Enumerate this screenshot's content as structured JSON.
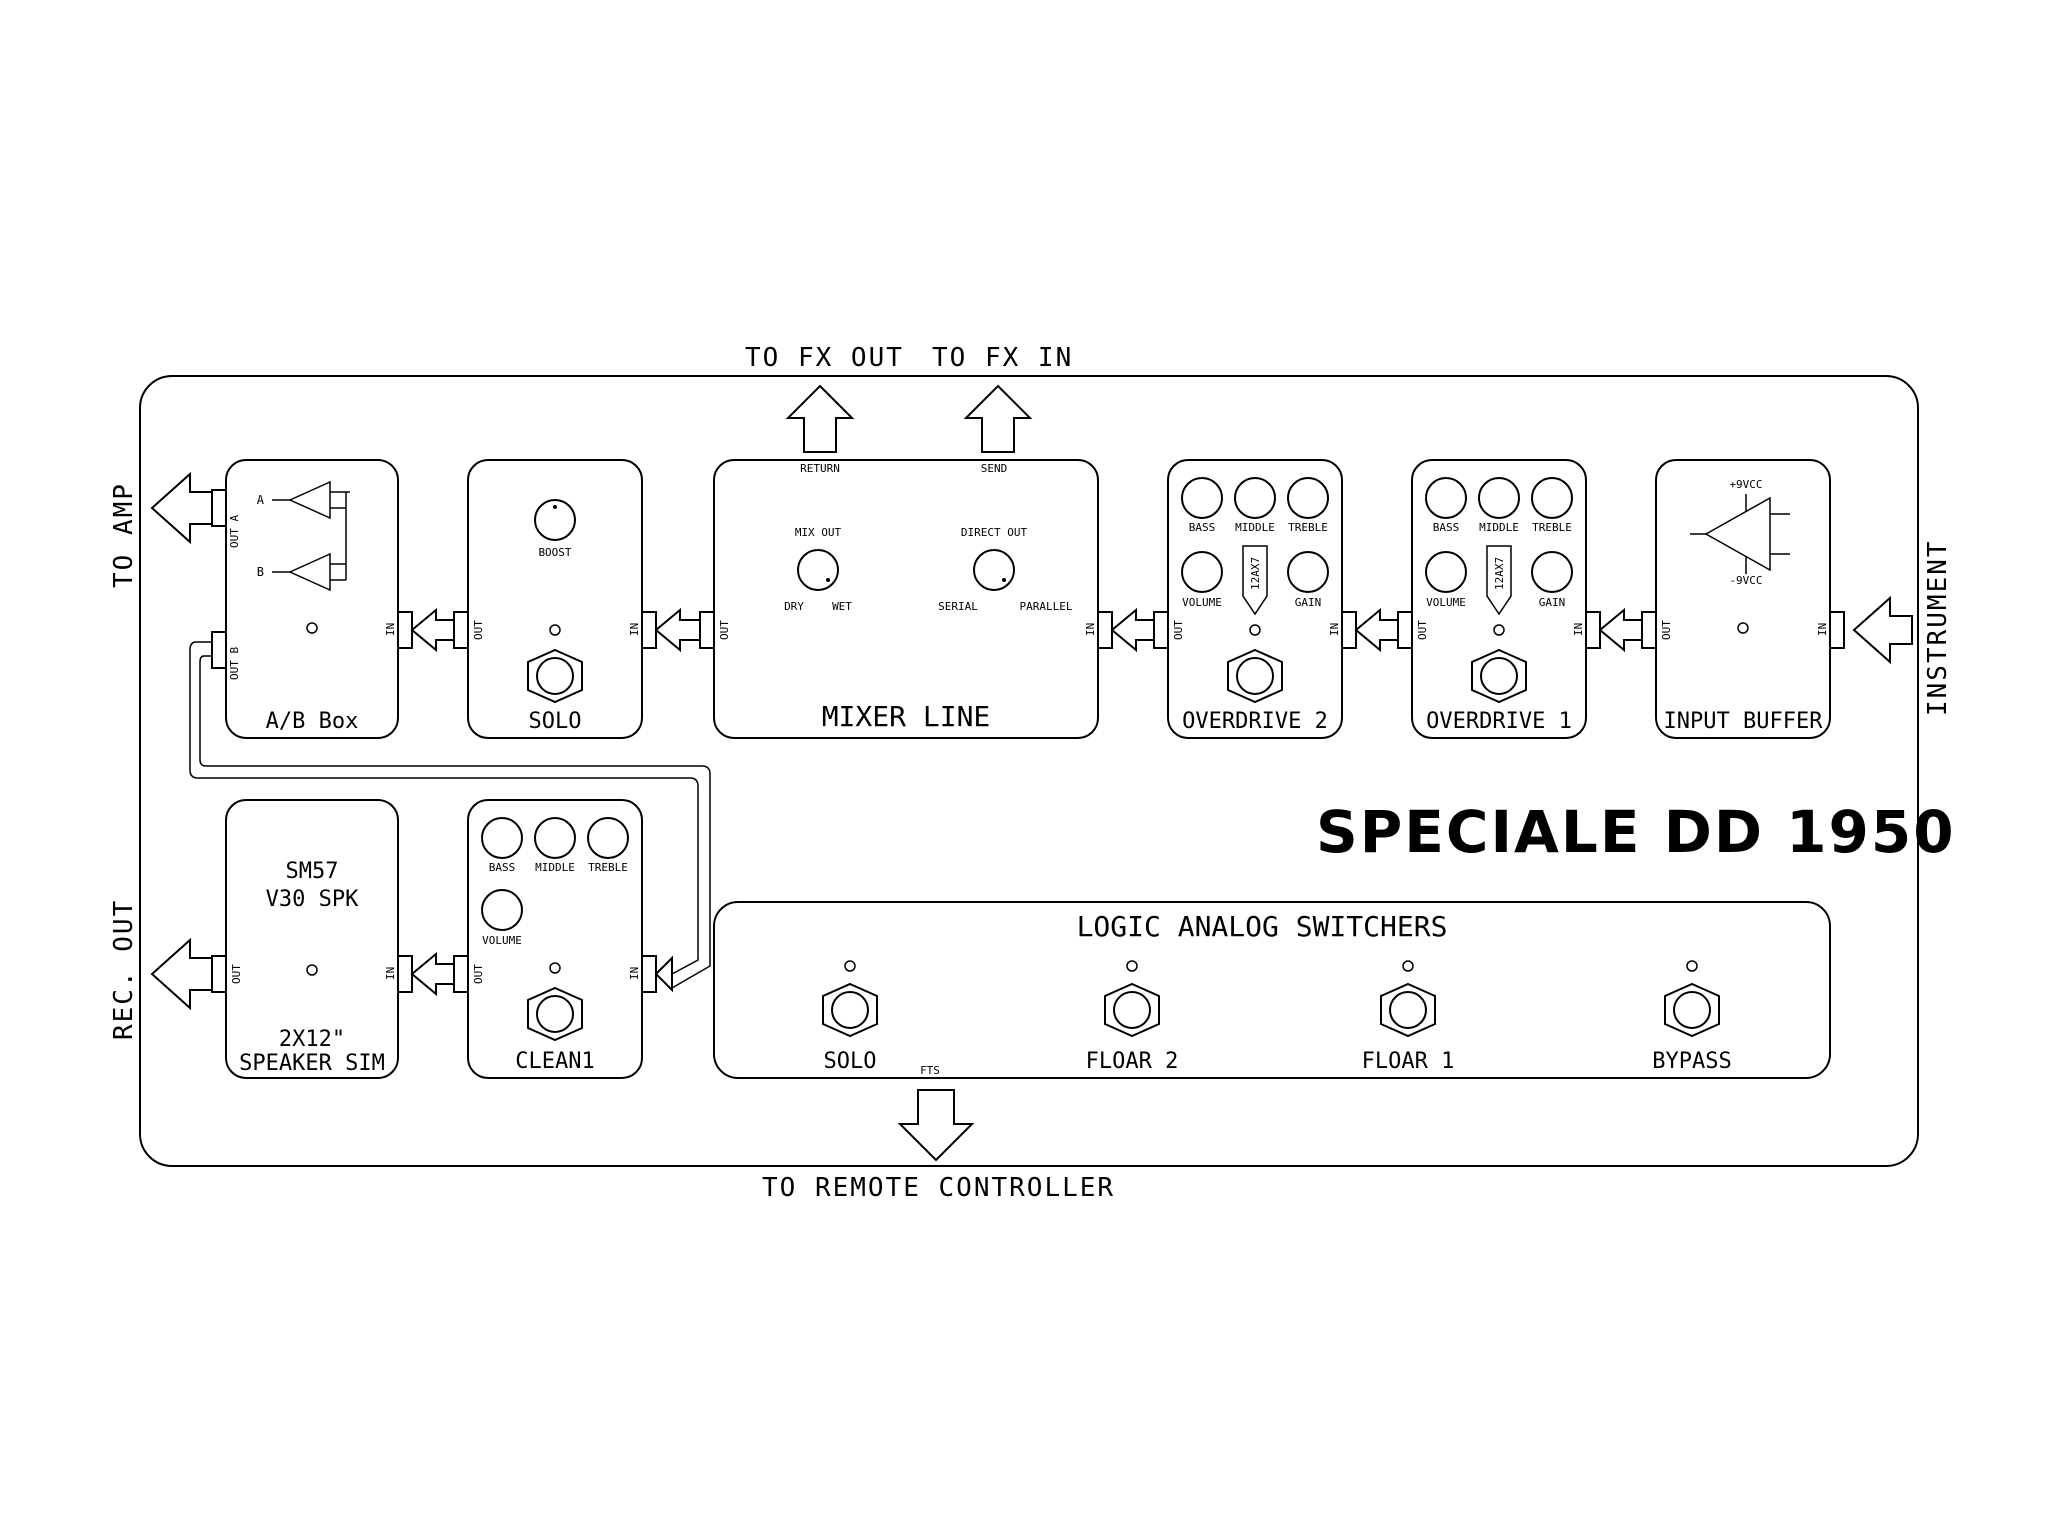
{
  "title": "SPECIALE DD 1950",
  "external": {
    "to_amp": "TO AMP",
    "rec_out": "REC. OUT",
    "instrument": "INSTRUMENT",
    "to_fx_out": "TO FX OUT",
    "to_fx_in": "TO FX IN",
    "to_remote": "TO REMOTE CONTROLLER"
  },
  "ports": {
    "in": "IN",
    "out": "OUT",
    "out_a": "OUT A",
    "out_b": "OUT B",
    "return": "RETURN",
    "send": "SEND",
    "fts": "FTS"
  },
  "ab_box": {
    "name": "A/B Box",
    "a": "A",
    "b": "B"
  },
  "solo": {
    "name": "SOLO",
    "knob": "BOOST"
  },
  "mixer": {
    "name": "MIXER LINE",
    "mix_out": "MIX OUT",
    "dry": "DRY",
    "wet": "WET",
    "direct_out": "DIRECT OUT",
    "serial": "SERIAL",
    "parallel": "PARALLEL"
  },
  "overdrive2": {
    "name": "OVERDRIVE 2",
    "bass": "BASS",
    "middle": "MIDDLE",
    "treble": "TREBLE",
    "volume": "VOLUME",
    "gain": "GAIN",
    "tube": "12AX7"
  },
  "overdrive1": {
    "name": "OVERDRIVE 1",
    "bass": "BASS",
    "middle": "MIDDLE",
    "treble": "TREBLE",
    "volume": "VOLUME",
    "gain": "GAIN",
    "tube": "12AX7"
  },
  "input_buffer": {
    "name": "INPUT BUFFER",
    "vplus": "+9VCC",
    "vminus": "-9VCC"
  },
  "speaker_sim": {
    "line1": "SM57",
    "line2": "V30 SPK",
    "line3": "2X12\"",
    "line4": "SPEAKER SIM"
  },
  "clean1": {
    "name": "CLEAN1",
    "bass": "BASS",
    "middle": "MIDDLE",
    "treble": "TREBLE",
    "volume": "VOLUME"
  },
  "switchers": {
    "title": "LOGIC ANALOG SWITCHERS",
    "buttons": [
      "SOLO",
      "FLOAR 2",
      "FLOAR 1",
      "BYPASS"
    ]
  }
}
